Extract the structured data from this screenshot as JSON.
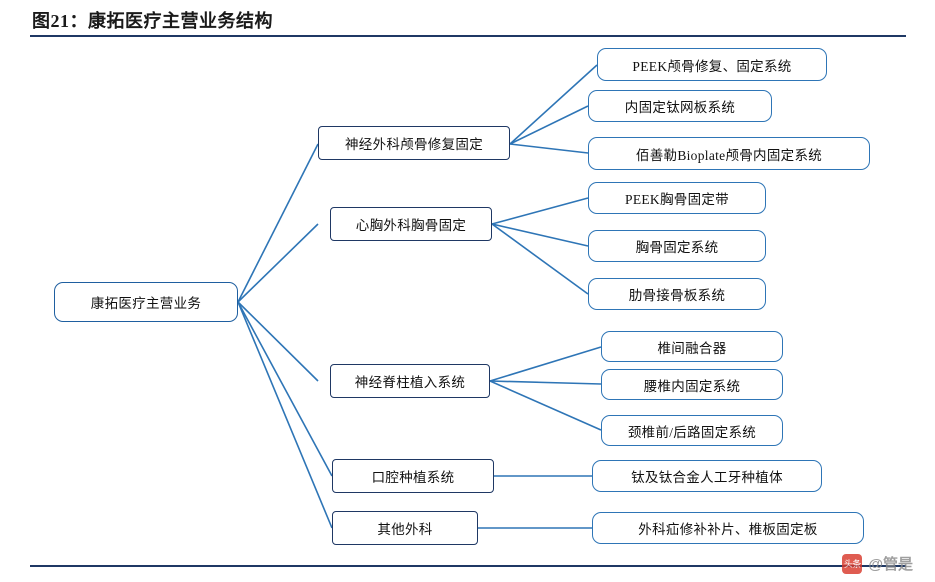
{
  "figure": {
    "title": "图21：康拓医疗主营业务结构",
    "accent_border": "#1f3864",
    "node_border_primary": "#1f5fa0",
    "node_border_leaf": "#2e75b6",
    "connector_color": "#2e75b6"
  },
  "diagram": {
    "type": "tree",
    "root": {
      "label": "康拓医疗主营业务"
    },
    "branches": [
      {
        "label": "神经外科颅骨修复固定",
        "children": [
          {
            "label": "PEEK颅骨修复、固定系统"
          },
          {
            "label": "内固定钛网板系统"
          },
          {
            "label": "佰善勒Bioplate颅骨内固定系统"
          }
        ]
      },
      {
        "label": "心胸外科胸骨固定",
        "children": [
          {
            "label": "PEEK胸骨固定带"
          },
          {
            "label": "胸骨固定系统"
          },
          {
            "label": "肋骨接骨板系统"
          }
        ]
      },
      {
        "label": "神经脊柱植入系统",
        "children": [
          {
            "label": "椎间融合器"
          },
          {
            "label": "腰椎内固定系统"
          },
          {
            "label": "颈椎前/后路固定系统"
          }
        ]
      },
      {
        "label": "口腔种植系统",
        "children": [
          {
            "label": "钛及钛合金人工牙种植体"
          }
        ]
      },
      {
        "label": "其他外科",
        "children": [
          {
            "label": "外科疝修补补片、椎板固定板"
          }
        ]
      }
    ]
  },
  "watermark": {
    "badge": "头条",
    "text": "@管是"
  }
}
